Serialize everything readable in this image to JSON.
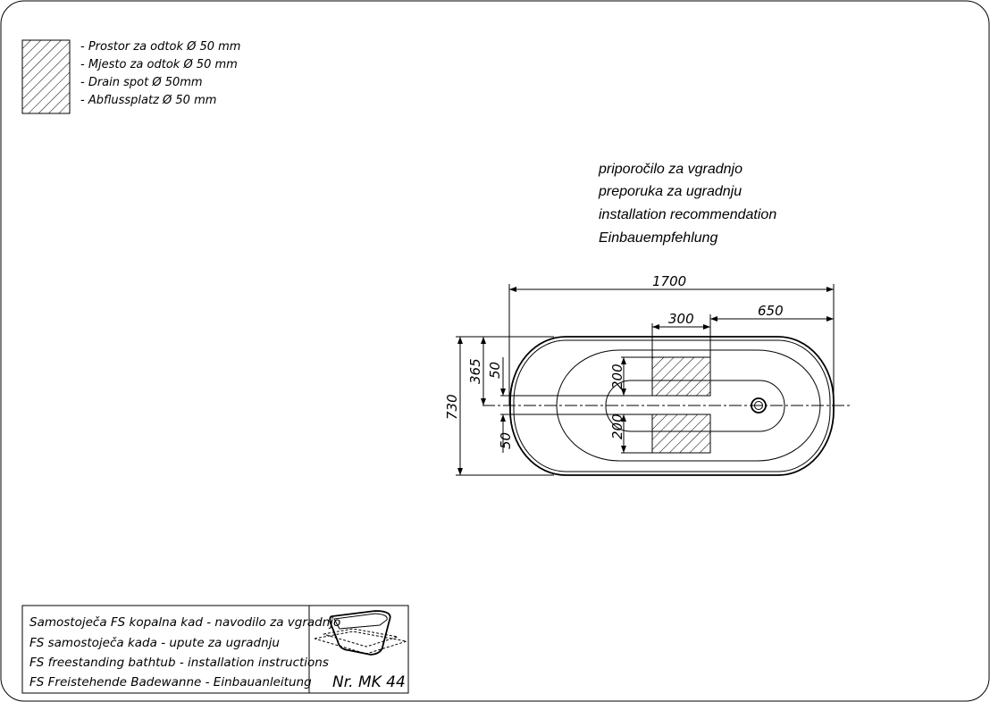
{
  "legend": {
    "icon": "hatched-drain-area",
    "items": [
      "- Prostor za odtok Ø 50 mm",
      "- Mjesto za odtok Ø 50 mm",
      "- Drain spot Ø 50mm",
      "- Abflussplatz Ø 50 mm"
    ]
  },
  "recommendation": [
    "priporočilo za vgradnjo",
    "preporuka za ugradnju",
    "installation recommendation",
    "Einbauempfehlung"
  ],
  "dimensions": {
    "length": "1700",
    "drain_offset": "650",
    "drain_width": "300",
    "width": "730",
    "half_width": "365",
    "gap_top": "50",
    "gap_bottom": "50",
    "drain_depth_top": "200",
    "drain_depth_bottom": "200"
  },
  "title_block": {
    "lines": [
      "Samostoječa FS kopalna kad - navodilo za vgradnjo",
      "FS samostoječa kada - upute za ugradnju",
      "FS freestanding bathtub - installation instructions",
      "FS Freistehende Badewanne - Einbauanleitung"
    ],
    "number": "Nr. MK 44"
  }
}
